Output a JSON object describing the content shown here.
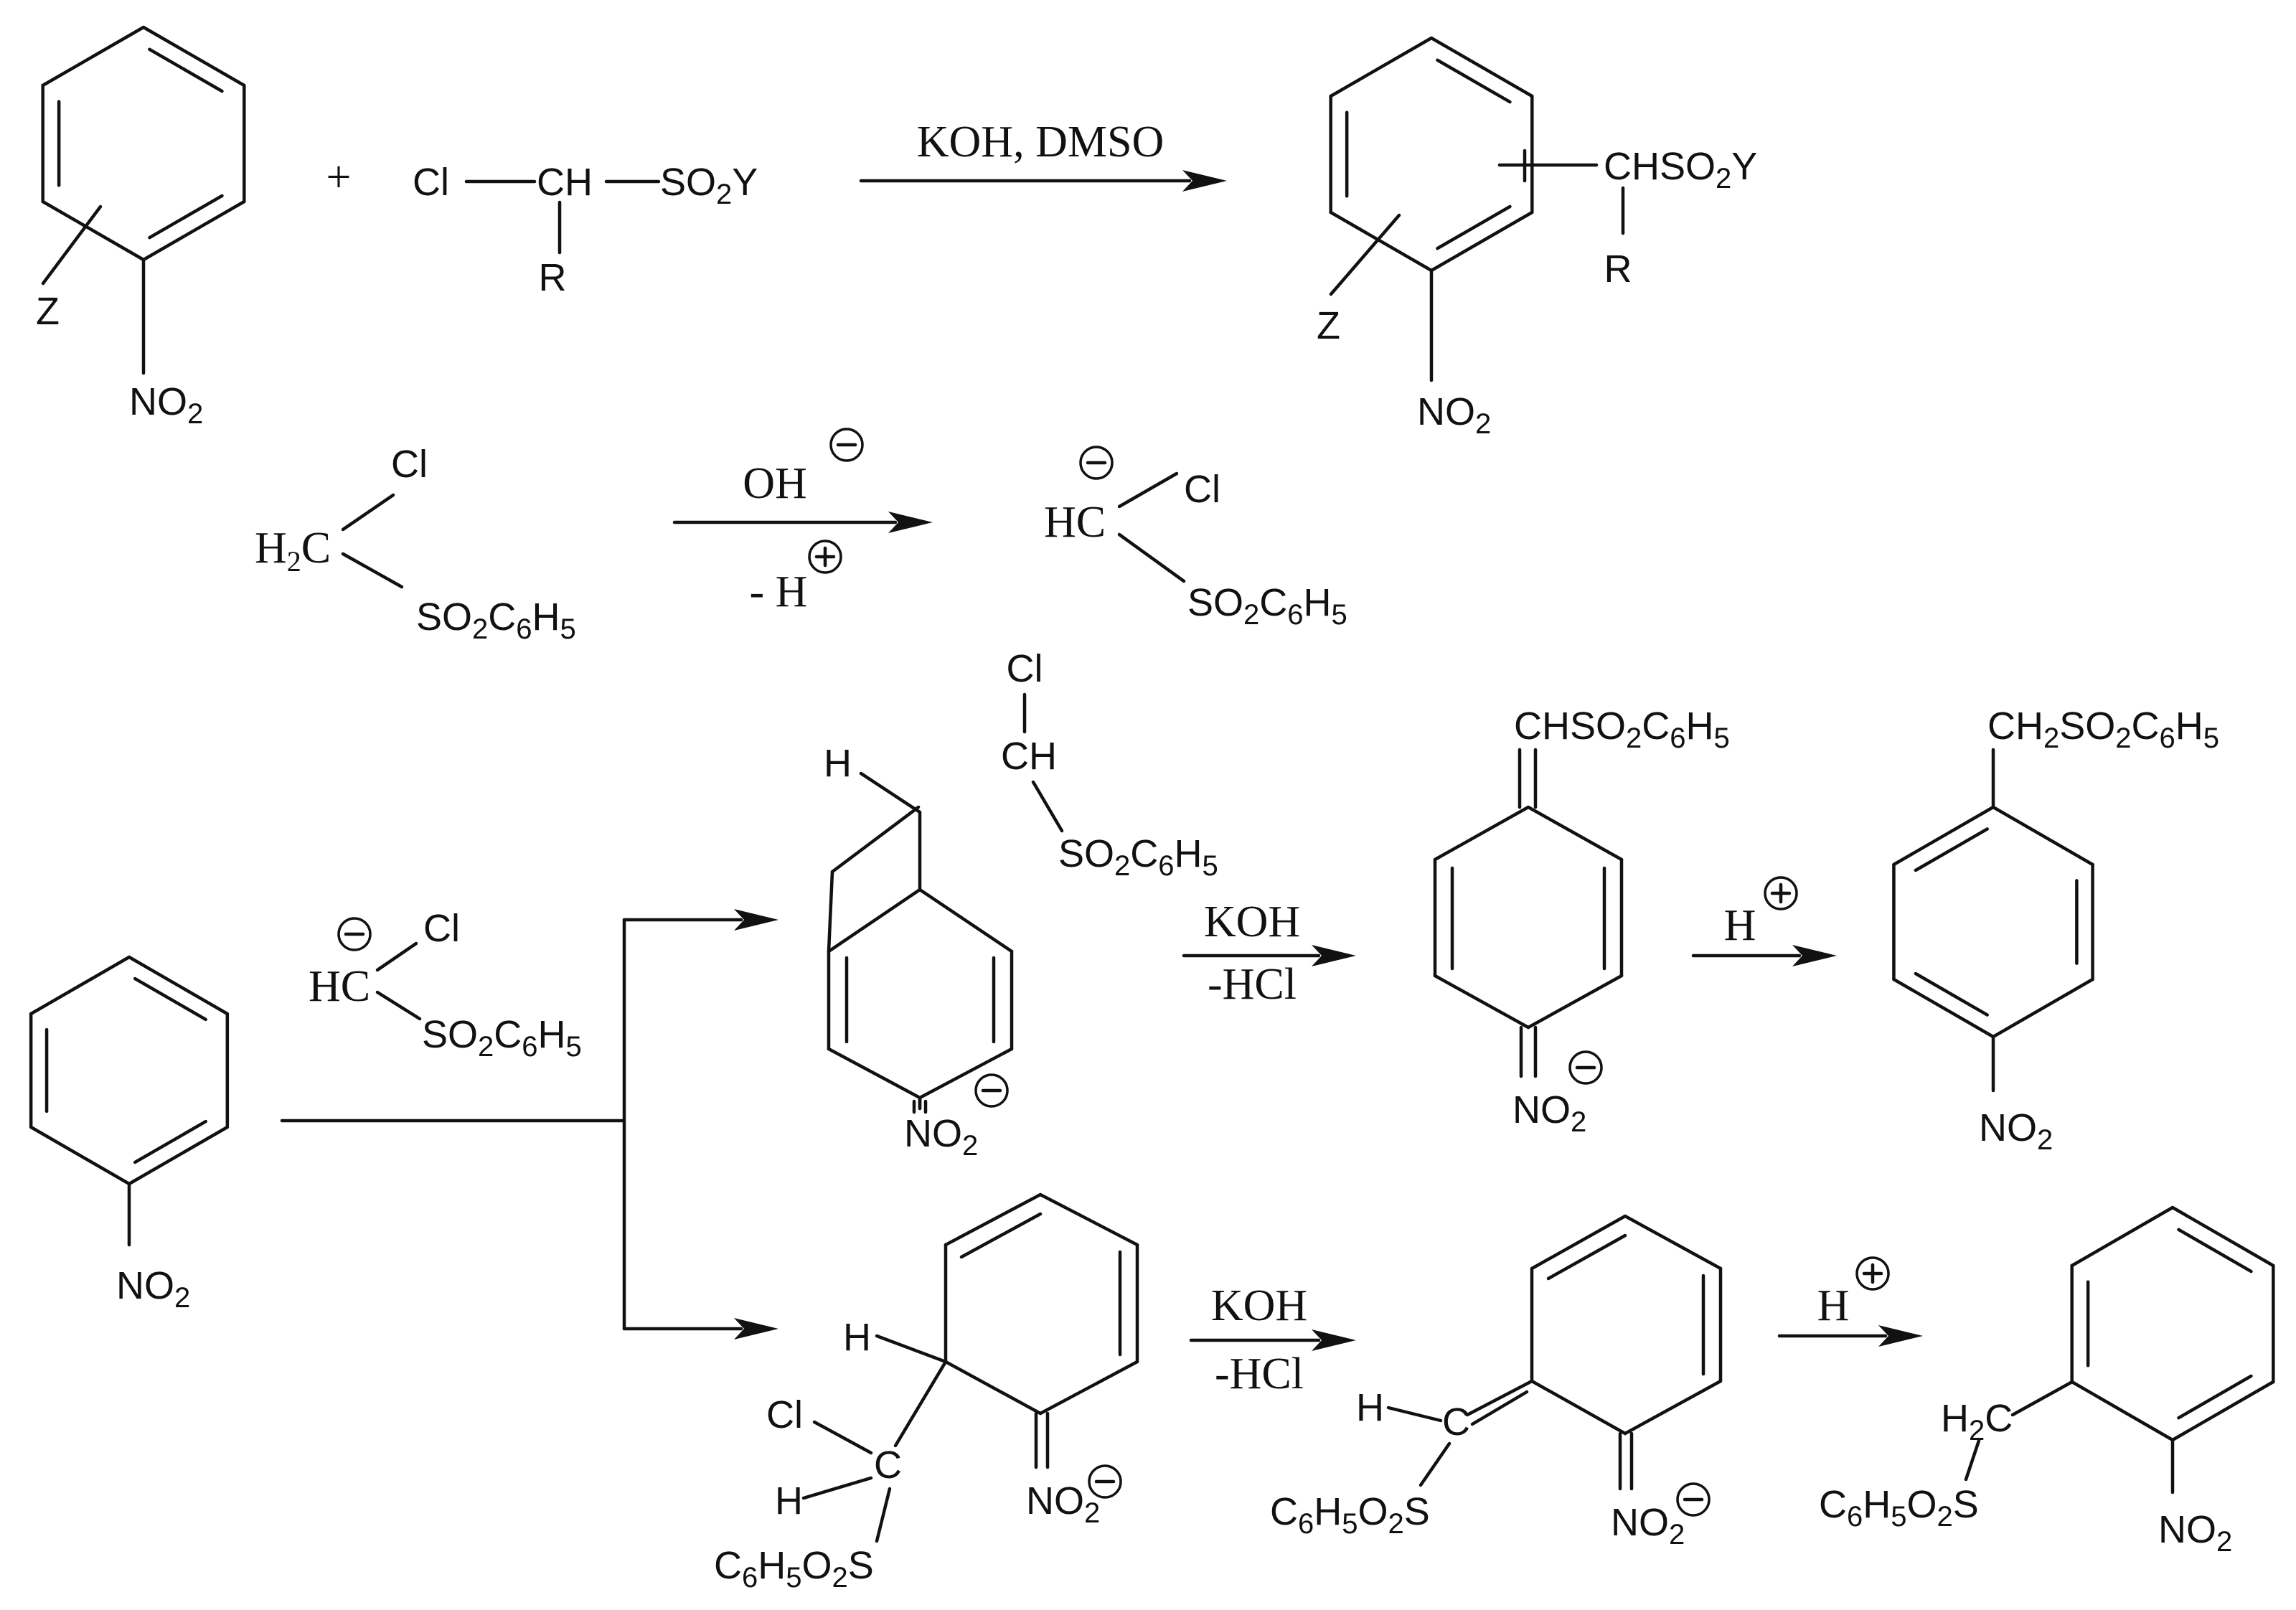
{
  "reaction1": {
    "plus": "+",
    "reagent": {
      "cl": "Cl",
      "ch": "CH",
      "so2y": "SO2Y",
      "r": "R"
    },
    "reactant_subs": {
      "z": "Z",
      "no2": "NO2"
    },
    "conditions": "KOH, DMSO",
    "product": {
      "chso2y": "CHSO2Y",
      "r": "R",
      "z": "Z",
      "no2": "NO2"
    }
  },
  "reaction2": {
    "start": {
      "cl": "Cl",
      "h2c": "H2C",
      "so2c6h5": "SO2C6H5"
    },
    "above_arrow": "OH",
    "below_arrow": "- H",
    "anion": {
      "hc": "HC",
      "cl": "Cl",
      "so2c6h5": "SO2C6H5"
    }
  },
  "mechanism": {
    "substrate_no2": "NO2",
    "nucleophile": {
      "hc": "HC",
      "cl": "Cl",
      "so2c6h5": "SO2C6H5"
    },
    "para": {
      "adduct": {
        "cl": "Cl",
        "h": "H",
        "ch": "CH",
        "so2c6h5": "SO2C6H5",
        "no2": "NO2"
      },
      "cond1_top": "KOH",
      "cond1_bottom": "-HCl",
      "intermediate": {
        "chso2c6h5": "CHSO2C6H5",
        "no2": "NO2"
      },
      "cond2": "H",
      "product": {
        "ch2so2c6h5": "CH2SO2C6H5",
        "no2": "NO2"
      }
    },
    "ortho": {
      "adduct": {
        "h_ring": "H",
        "cl": "Cl",
        "c": "C",
        "h": "H",
        "sulfone": "C6H5O2S",
        "no2": "NO2"
      },
      "cond1_top": "KOH",
      "cond1_bottom": "-HCl",
      "intermediate": {
        "h": "H",
        "c": "C",
        "sulfone": "C6H5O2S",
        "no2": "NO2"
      },
      "cond2": "H",
      "product": {
        "h2c": "H2C",
        "sulfone": "C6H5O2S",
        "no2": "NO2"
      }
    }
  }
}
